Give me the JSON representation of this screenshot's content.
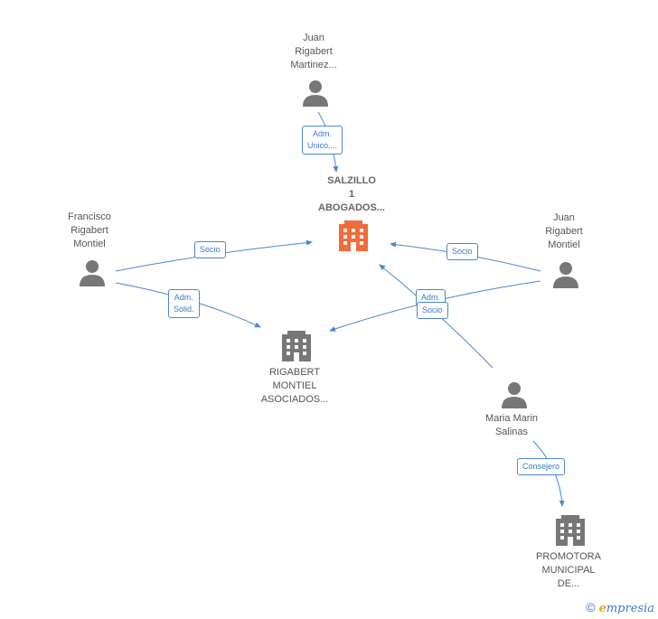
{
  "nodes": {
    "juan_martinez": {
      "lines": [
        "Juan",
        "Rigabert",
        "Martinez..."
      ]
    },
    "salzillo": {
      "lines": [
        "SALZILLO",
        "1",
        "ABOGADOS..."
      ]
    },
    "francisco": {
      "lines": [
        "Francisco",
        "Rigabert",
        "Montiel"
      ]
    },
    "juan_montiel": {
      "lines": [
        "Juan",
        "Rigabert",
        "Montiel"
      ]
    },
    "rigabert_asociados": {
      "lines": [
        "RIGABERT",
        "MONTIEL",
        "ASOCIADOS..."
      ]
    },
    "maria": {
      "lines": [
        "Maria Marin",
        "Salinas"
      ]
    },
    "promotora": {
      "lines": [
        "PROMOTORA",
        "MUNICIPAL",
        "DE..."
      ]
    }
  },
  "edges": {
    "adm_unico": {
      "lines": [
        "Adm.",
        "Unico,..."
      ]
    },
    "socio_francisco": {
      "lines": [
        "Socio"
      ]
    },
    "adm_solid": {
      "lines": [
        "Adm.",
        "Solid."
      ]
    },
    "socio_juan_montiel": {
      "lines": [
        "Socio"
      ]
    },
    "adm_overlap": {
      "lines": [
        "Adm."
      ]
    },
    "socio_overlap": {
      "lines": [
        "Socio"
      ]
    },
    "consejero": {
      "lines": [
        "Consejero"
      ]
    }
  },
  "colors": {
    "edge": "#4a86d0",
    "person": "#777777",
    "company": "#777777",
    "focus_company": "#f26b3a"
  },
  "watermark": {
    "copyright": "©",
    "brand_first": "e",
    "brand_rest": "mpresia"
  }
}
